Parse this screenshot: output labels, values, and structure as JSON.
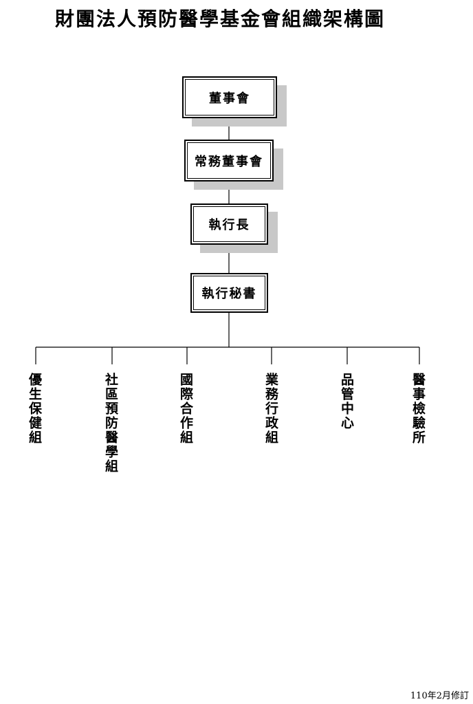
{
  "title": "財團法人預防醫學基金會組織架構圖",
  "nodes": {
    "board": "董事會",
    "executive_board": "常務董事會",
    "ceo": "執行長",
    "executive_secretary": "執行秘書"
  },
  "departments": [
    "優生保健組",
    "社區預防醫學組",
    "國際合作組",
    "業務行政組",
    "品管中心",
    "醫事檢驗所"
  ],
  "footer": "110年2月修訂"
}
